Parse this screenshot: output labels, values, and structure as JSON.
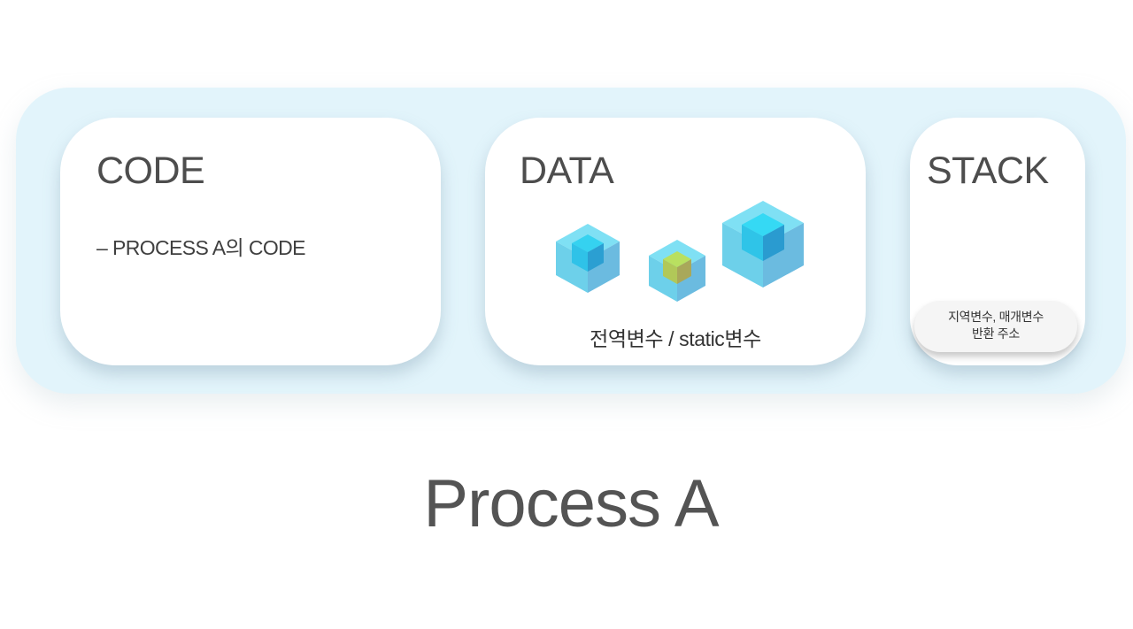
{
  "segments": {
    "code": {
      "title": "CODE",
      "description": "– PROCESS A의 CODE"
    },
    "data": {
      "title": "DATA",
      "caption": "전역변수 / static변수",
      "cube_icons": [
        "cube-icon",
        "cube-icon",
        "cube-icon"
      ]
    },
    "stack": {
      "title": "STACK",
      "content_line1": "지역변수, 매개변수",
      "content_line2": "반환 주소"
    }
  },
  "process_label": "Process A",
  "colors": {
    "container_background": "#e2f4fb",
    "segment_background": "#ffffff",
    "cube_outer": "#6ed3ec",
    "cube_inner": "#3fc3e6",
    "cube_inner_highlight": "#b6d44a",
    "text": "#4a4a4a"
  }
}
